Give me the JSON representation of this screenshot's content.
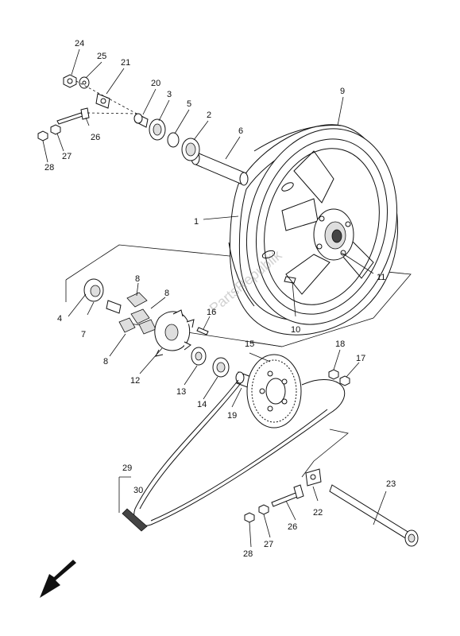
{
  "watermark": "PartsRepublik",
  "labels": {
    "l24": "24",
    "l25": "25",
    "l21": "21",
    "l20": "20",
    "l3": "3",
    "l5": "5",
    "l2": "2",
    "l6": "6",
    "l9": "9",
    "l26a": "26",
    "l27a": "27",
    "l28a": "28",
    "l1": "1",
    "l11": "11",
    "l10": "10",
    "l8a": "8",
    "l8b": "8",
    "l8c": "8",
    "l4": "4",
    "l7": "7",
    "l12": "12",
    "l16": "16",
    "l13": "13",
    "l14": "14",
    "l15": "15",
    "l18": "18",
    "l17": "17",
    "l19": "19",
    "l29": "29",
    "l30": "30",
    "l23": "23",
    "l22": "22",
    "l26b": "26",
    "l27b": "27",
    "l28b": "28"
  }
}
